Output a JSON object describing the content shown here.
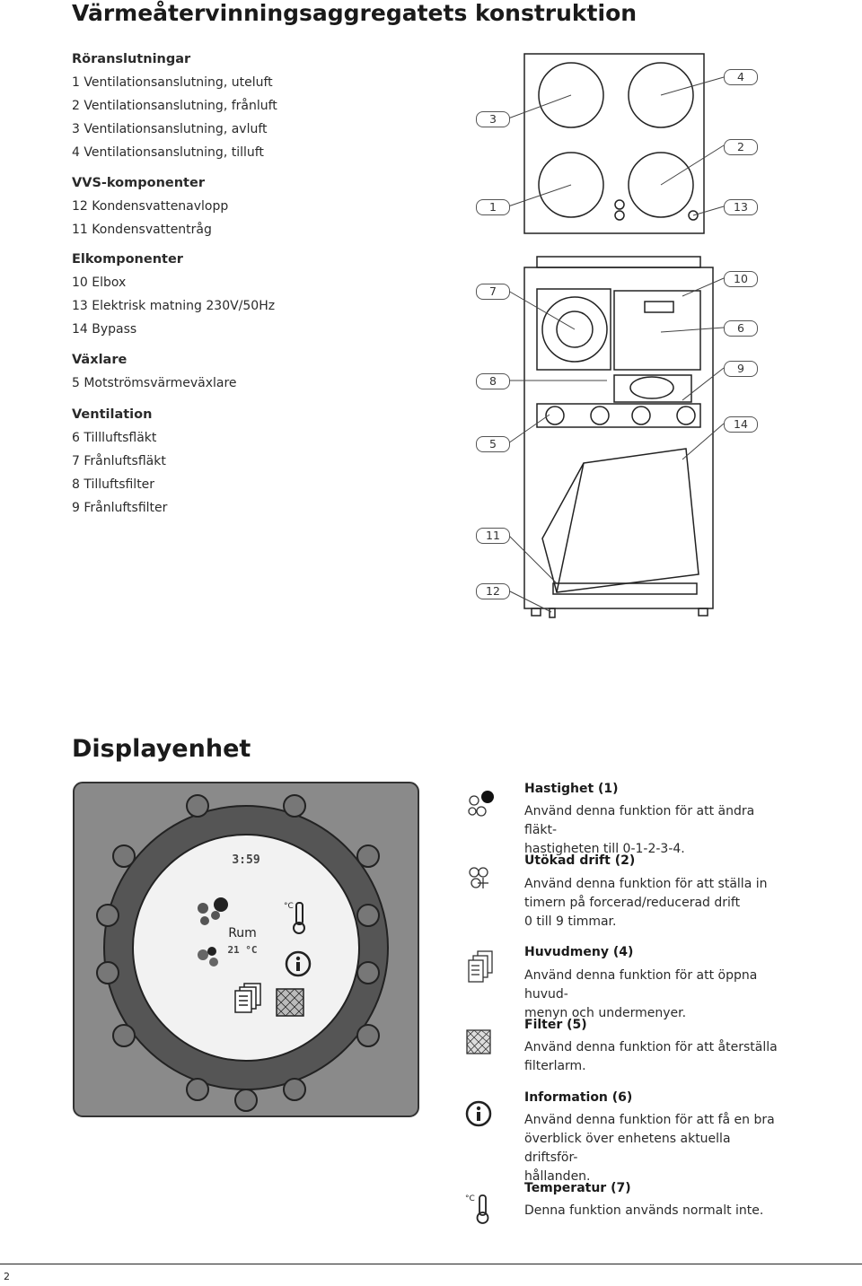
{
  "page": {
    "title": "Värmeåtervinningsaggregatets konstruktion",
    "page_number": "2"
  },
  "legend": [
    {
      "title": "Röranslutningar",
      "items": [
        "1 Ventilationsanslutning, uteluft",
        "2 Ventilationsanslutning, frånluft",
        "3 Ventilationsanslutning, avluft",
        "4 Ventilationsanslutning, tilluft"
      ]
    },
    {
      "title": "VVS-komponenter",
      "items": [
        "12 Kondensvattenavlopp",
        "11 Kondensvattentråg"
      ]
    },
    {
      "title": "Elkomponenter",
      "items": [
        "10 Elbox",
        "13 Elektrisk matning 230V/50Hz",
        "14 Bypass"
      ]
    },
    {
      "title": "Växlare",
      "items": [
        "5 Motströmsvärmeväxlare"
      ]
    },
    {
      "title": "Ventilation",
      "items": [
        "6 Tillluftsfläkt",
        "7 Frånluftsfläkt",
        "8 Tilluftsfilter",
        "9 Frånluftsfilter"
      ]
    }
  ],
  "diagram": {
    "callouts": [
      "3",
      "4",
      "2",
      "1",
      "13",
      "7",
      "10",
      "6",
      "8",
      "9",
      "5",
      "14",
      "11",
      "12"
    ]
  },
  "display": {
    "title": "Displayenhet",
    "screen_time": "3:59",
    "screen_room_label": "Rum",
    "screen_temperature": "21 °C"
  },
  "functions": [
    {
      "icon": "fan-speed-icon",
      "title": "Hastighet (1)",
      "lines": [
        "Använd denna funktion för att ändra fläkt-",
        "hastigheten till 0-1-2-3-4."
      ]
    },
    {
      "icon": "extended-operation-icon",
      "title": "Utökad drift (2)",
      "lines": [
        "Använd denna funktion för att ställa in",
        "timern på forcerad/reducerad drift",
        "0 till 9 timmar."
      ]
    },
    {
      "icon": "main-menu-icon",
      "title": "Huvudmeny (4)",
      "lines": [
        "Använd denna funktion för att öppna huvud-",
        "menyn och undermenyer."
      ]
    },
    {
      "icon": "filter-icon",
      "title": "Filter (5)",
      "lines": [
        "Använd denna funktion för att återställa",
        "filterlarm."
      ]
    },
    {
      "icon": "information-icon",
      "title": "Information (6)",
      "lines": [
        "Använd denna funktion för att få en bra",
        "överblick över enhetens aktuella driftsför-",
        "hållanden."
      ]
    },
    {
      "icon": "temperature-icon",
      "title": "Temperatur (7)",
      "lines": [
        "Denna funktion används normalt inte."
      ]
    }
  ]
}
